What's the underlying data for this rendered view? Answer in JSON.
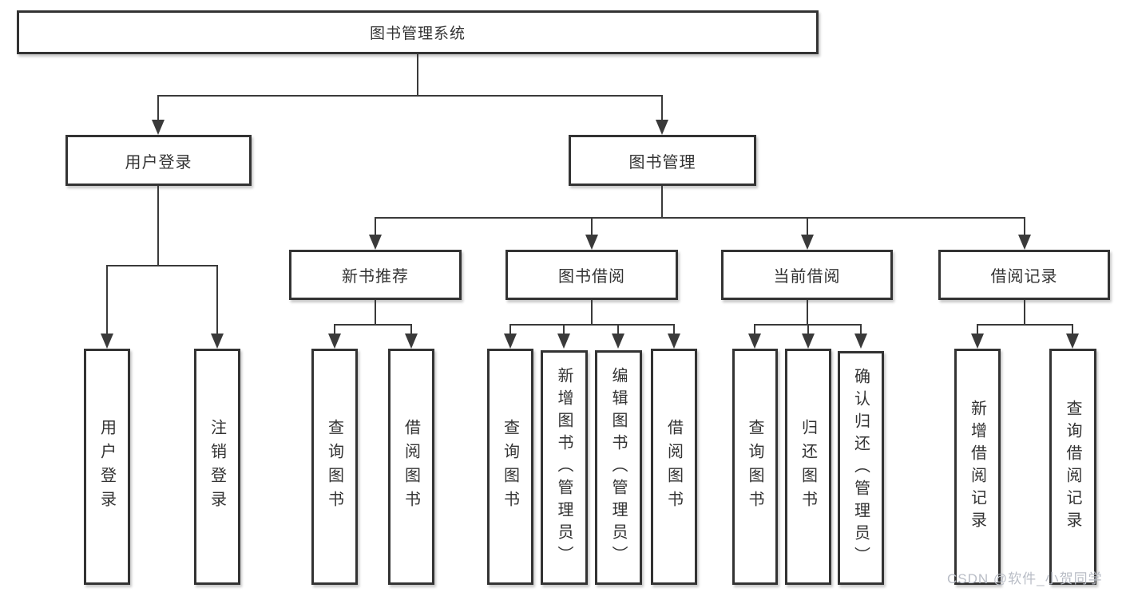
{
  "tree": {
    "root": "图书管理系统",
    "branches": [
      {
        "label": "用户登录",
        "children": [
          "用户登录",
          "注销登录"
        ]
      },
      {
        "label": "图书管理",
        "children": [
          {
            "label": "新书推荐",
            "children": [
              "查询图书",
              "借阅图书"
            ]
          },
          {
            "label": "图书借阅",
            "children": [
              "查询图书",
              "新增图书（管理员）",
              "编辑图书（管理员）",
              "借阅图书"
            ]
          },
          {
            "label": "当前借阅",
            "children": [
              "查询图书",
              "归还图书",
              "确认归还（管理员）"
            ]
          },
          {
            "label": "借阅记录",
            "children": [
              "新增借阅记录",
              "查询借阅记录"
            ]
          }
        ]
      }
    ]
  },
  "watermark": "CSDN @软件_小贺同学",
  "colors": {
    "line": "#3a3a3a",
    "border": "#333333",
    "text": "#333333",
    "watermark": "#b9bdc6",
    "background": "#ffffff"
  }
}
